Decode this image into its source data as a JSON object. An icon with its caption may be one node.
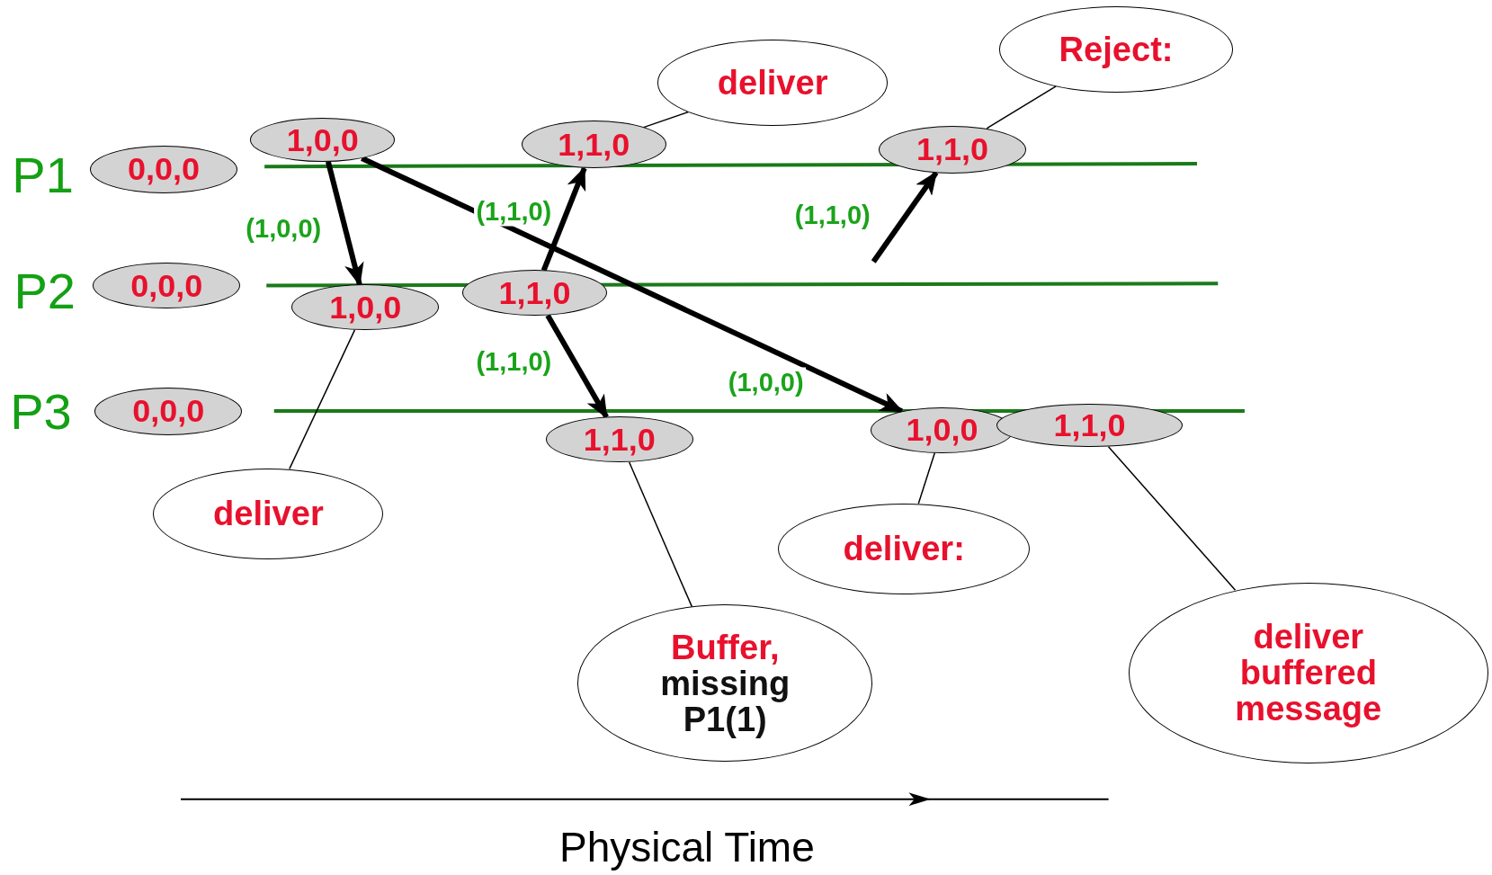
{
  "diagram": {
    "nodes": [
      {
        "text": [
          "Reject:"
        ]
      },
      {
        "text": [
          "deliver"
        ]
      },
      {
        "text": [
          "1,0,0"
        ]
      },
      {
        "text": [
          "1,1,0"
        ]
      },
      {
        "text": [
          "1,1,0"
        ]
      },
      {
        "text": [
          "0,0,0"
        ]
      },
      {
        "text": [
          "0,0,0"
        ]
      },
      {
        "text": [
          "1,1,0"
        ]
      },
      {
        "text": [
          "1,0,0"
        ]
      },
      {
        "text": [
          "0,0,0"
        ]
      },
      {
        "text": [
          "1,0,0"
        ]
      },
      {
        "text": [
          "1,1,0"
        ]
      },
      {
        "text": [
          "1,1,0"
        ]
      },
      {
        "text": [
          "deliver"
        ]
      },
      {
        "text": [
          "deliver:"
        ]
      },
      {
        "text": [
          "Buffer,",
          "missing P1(1)"
        ]
      },
      {
        "text": [
          "deliver buffered message"
        ]
      }
    ],
    "edges": [
      {
        "from": 2,
        "to": 8,
        "arrow": "to",
        "label": "(1,0,0)",
        "style": "thick"
      },
      {
        "from": 2,
        "to": 10,
        "arrow": "to",
        "label": "(1,0,0)",
        "style": "thick"
      },
      {
        "from": 7,
        "to": 3,
        "arrow": "to",
        "label": "(1,1,0)",
        "style": "thick"
      },
      {
        "from": 7,
        "to": 12,
        "arrow": "to",
        "label": "(1,1,0)",
        "style": "thick"
      },
      {
        "from": null,
        "to": 4,
        "arrow": "to",
        "label": "(1,1,0)",
        "style": "thick"
      },
      {
        "from": 1,
        "to": 3,
        "arrow": "none"
      },
      {
        "from": 0,
        "to": 4,
        "arrow": "none"
      },
      {
        "from": 13,
        "to": 8,
        "arrow": "none"
      },
      {
        "from": 15,
        "to": 12,
        "arrow": "none"
      },
      {
        "from": 14,
        "to": 10,
        "arrow": "none"
      },
      {
        "from": 16,
        "to": 11,
        "arrow": "none"
      }
    ],
    "labels": [
      "P1",
      "P2",
      "P3",
      "Physical Time"
    ]
  }
}
